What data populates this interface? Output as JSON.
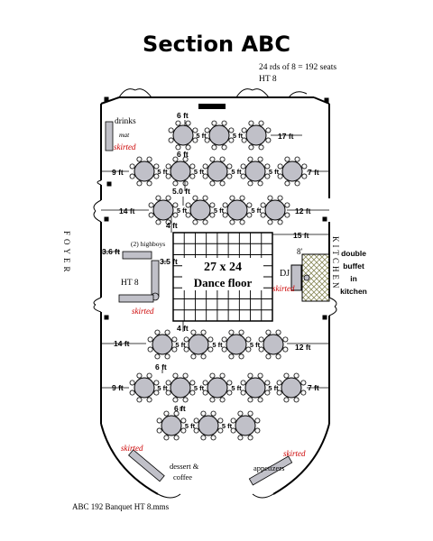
{
  "title": "Section ABC",
  "summary": {
    "seats_line": "24 rds of 8 = 192 seats",
    "ht_line": "HT 8"
  },
  "footer": "ABC 192 Banquet HT 8.mms",
  "labels": {
    "foyer": "FOYER",
    "kitchen": "KITCHEN",
    "drinks": "drinks",
    "mat": "mat",
    "skirted": "skirted",
    "highboys": "(2) highboys",
    "ht8": "HT 8",
    "dance_floor_size": "27 x 24",
    "dance_floor": "Dance floor",
    "dj": "DJ",
    "buffet": [
      "double",
      "buffet",
      "in",
      "kitchen"
    ],
    "dessert_line1": "dessert &",
    "dessert_line2": "coffee",
    "appetizers": "appetizers",
    "eight_ft": "8'"
  },
  "dimensions": {
    "d_6ft_top": "6 ft",
    "d_17ft": "17 ft",
    "d_6ft_row2": "6 ft",
    "d_9ft_left_top": "9 ft",
    "d_7ft_right_top": "7 ft",
    "d_5ft_vert": "5.0 ft",
    "d_14ft_top": "14 ft",
    "d_12ft_top": "12 ft",
    "d_4ft_top": "4 ft",
    "d_15ft": "15 ft",
    "d_36ft": "3.6 ft",
    "d_35ft": "3.5 ft",
    "d_4ft_bottom": "4 ft",
    "d_14ft_bottom": "14 ft",
    "d_12ft_bottom": "12 ft",
    "d_6ft_row5": "6 ft",
    "d_9ft_left_bottom": "9 ft",
    "d_7ft_right_bottom": "7 ft",
    "d_6ft_row6": "6 ft",
    "between": "5 ft"
  },
  "colors": {
    "table_fill": "#c0c0c8",
    "skirted_text": "#cc0000",
    "wall": "#000000",
    "dj_hatch": "#8a8a5a"
  }
}
